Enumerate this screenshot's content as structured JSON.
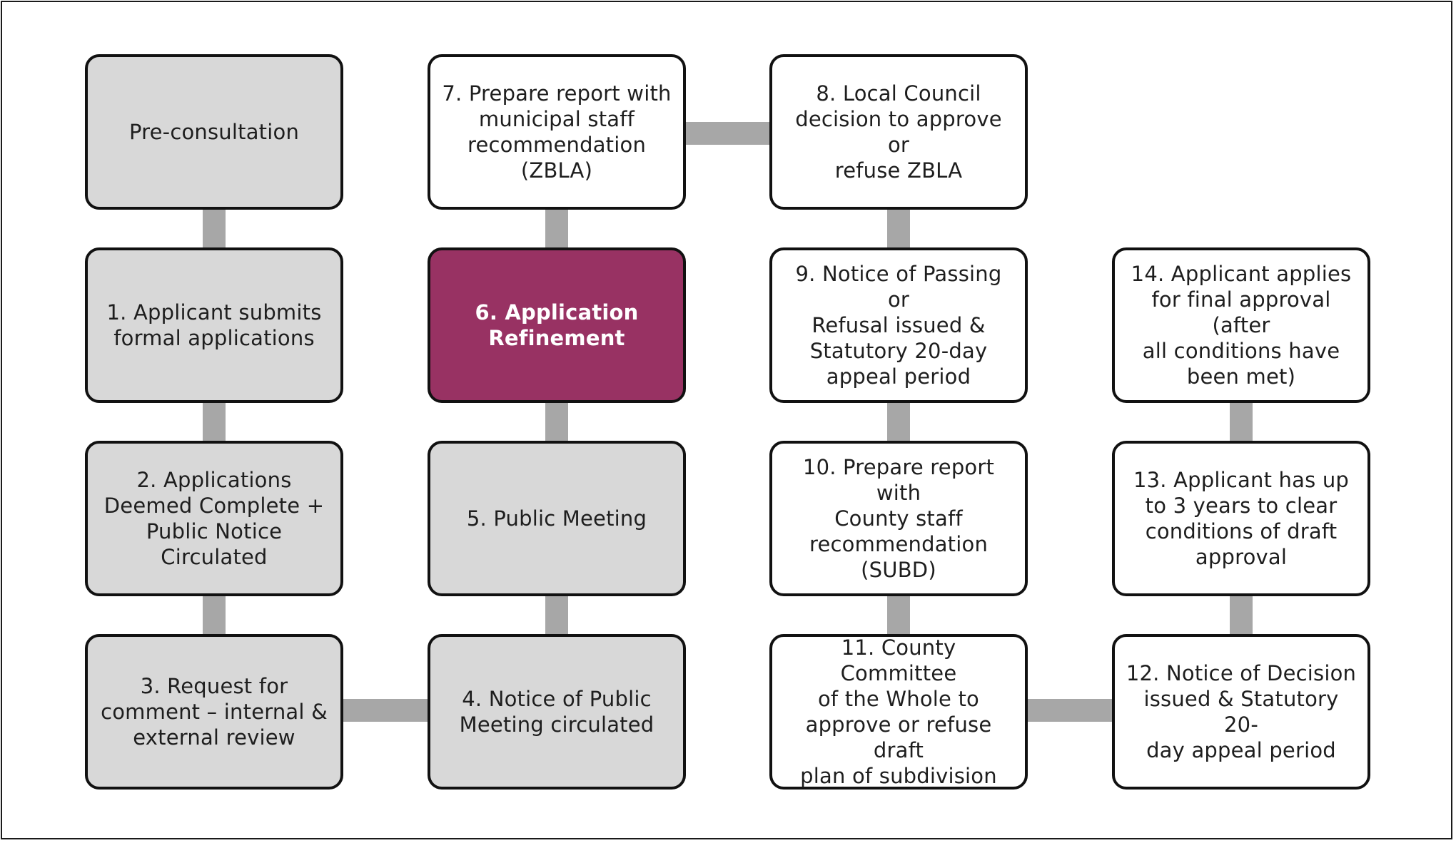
{
  "diagram": {
    "colors": {
      "completed_fill": "#d8d8d8",
      "upcoming_fill": "#ffffff",
      "current_fill": "#983263",
      "connector": "#a7a7a7",
      "border": "#111111"
    },
    "steps": [
      {
        "id": "pre",
        "label": "Pre-consultation",
        "state": "grey"
      },
      {
        "id": "s1",
        "label": "1. Applicant submits\nformal applications",
        "state": "grey"
      },
      {
        "id": "s2",
        "label": "2. Applications\nDeemed Complete +\nPublic Notice\nCirculated",
        "state": "grey"
      },
      {
        "id": "s3",
        "label": "3. Request for\ncomment – internal &\nexternal review",
        "state": "grey"
      },
      {
        "id": "s4",
        "label": "4. Notice of Public\nMeeting circulated",
        "state": "grey"
      },
      {
        "id": "s5",
        "label": "5. Public Meeting",
        "state": "grey"
      },
      {
        "id": "s6",
        "label": "6. Application\nRefinement",
        "state": "highlight"
      },
      {
        "id": "s7",
        "label": "7. Prepare report with\nmunicipal staff\nrecommendation\n(ZBLA)",
        "state": "white"
      },
      {
        "id": "s8",
        "label": "8. Local Council\ndecision to approve or\nrefuse ZBLA",
        "state": "white"
      },
      {
        "id": "s9",
        "label": "9. Notice of Passing or\nRefusal issued &\nStatutory 20-day\nappeal period",
        "state": "white"
      },
      {
        "id": "s10",
        "label": "10. Prepare report with\nCounty staff\nrecommendation\n(SUBD)",
        "state": "white"
      },
      {
        "id": "s11",
        "label": "11. County Committee\nof the Whole to\napprove or refuse draft\nplan of subdivision",
        "state": "white"
      },
      {
        "id": "s12",
        "label": "12. Notice of Decision\nissued & Statutory 20-\nday appeal period",
        "state": "white"
      },
      {
        "id": "s13",
        "label": "13. Applicant has up\nto 3 years to clear\nconditions of draft\napproval",
        "state": "white"
      },
      {
        "id": "s14",
        "label": "14. Applicant applies\nfor final approval (after\nall conditions have\nbeen met)",
        "state": "white"
      }
    ]
  }
}
